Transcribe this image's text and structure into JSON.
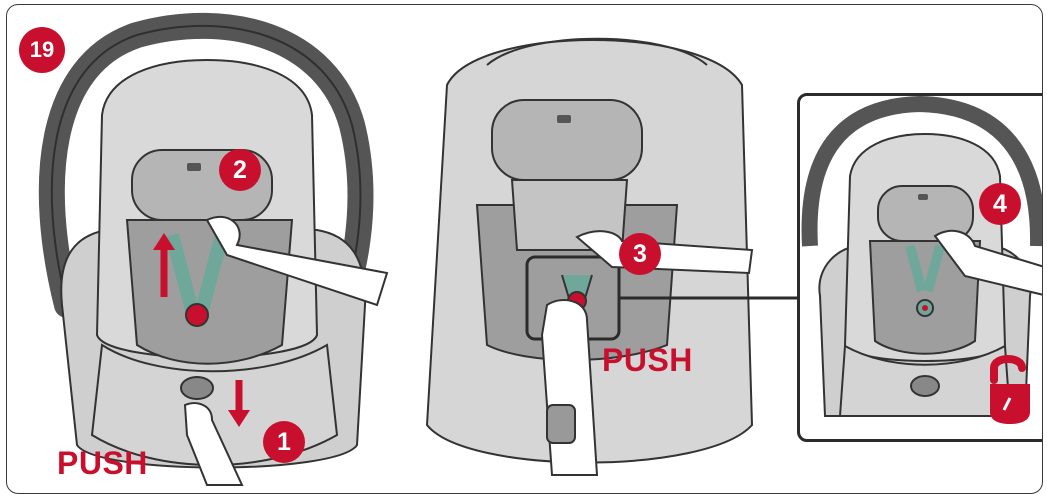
{
  "page_badge": "19",
  "steps": {
    "step1": "1",
    "step2": "2",
    "step3": "3",
    "step4": "4"
  },
  "labels": {
    "push_left": "PUSH",
    "push_middle": "PUSH"
  },
  "colors": {
    "accent": "#c8102e",
    "seat_light": "#d9d9d9",
    "seat_mid": "#bdbdbd",
    "seat_dark": "#8f8f8f",
    "handle": "#555555",
    "harness": "#6fa89a"
  },
  "icons": [
    "lock-icon"
  ]
}
